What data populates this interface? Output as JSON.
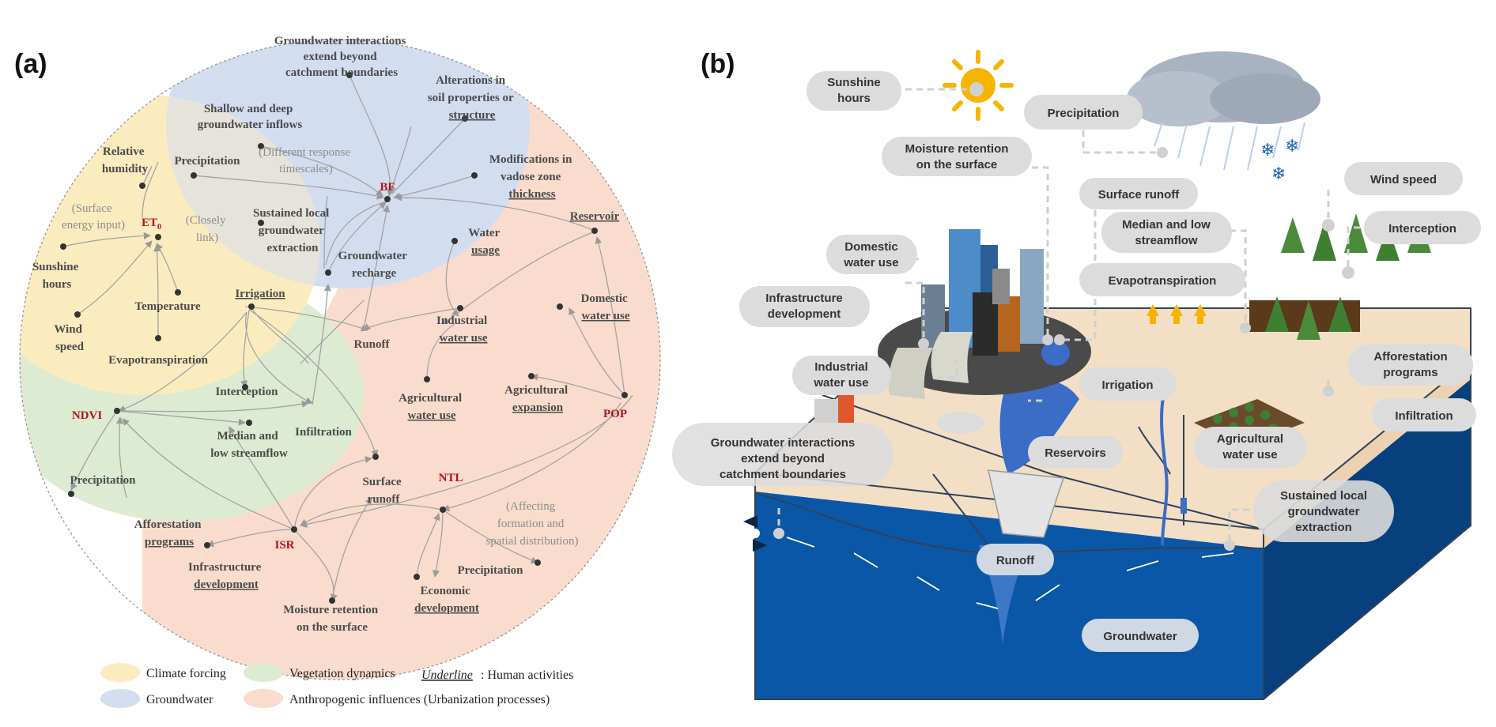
{
  "panel_a": {
    "letter": "(a)",
    "nodes": {
      "gw_interactions": [
        "Groundwater interactions",
        "extend beyond",
        "catchment boundaries"
      ],
      "alterations": [
        "Alterations in",
        "soil properties or"
      ],
      "alterations_ul": "structure",
      "shallow_deep": [
        "Shallow and deep",
        "groundwater inflows"
      ],
      "diff_response": [
        "(Different response",
        "timescales)"
      ],
      "relative_humidity": [
        "Relative",
        "humidity"
      ],
      "precip_top": "Precipitation",
      "modifications": [
        "Modifications in",
        "vadose zone"
      ],
      "modifications_ul": "thickness",
      "bf": "BF",
      "surface_energy": [
        "(Surface",
        "energy input)"
      ],
      "et0": "ET",
      "et0_sub": "0",
      "closely_link": [
        "(Closely",
        "link)"
      ],
      "sustained_local": [
        "Sustained local",
        "groundwater",
        "extraction"
      ],
      "reservoir": "Reservoir",
      "water_usage": [
        "Water"
      ],
      "water_usage_ul": "usage",
      "sunshine": [
        "Sunshine",
        "hours"
      ],
      "groundwater_recharge": [
        "Groundwater",
        "recharge"
      ],
      "irrigation": "Irrigation",
      "temperature": "Temperature",
      "domestic": [
        "Domestic"
      ],
      "domestic_ul": "water use",
      "industrial": [
        "Industrial"
      ],
      "industrial_ul": "water use",
      "wind_speed": [
        "Wind",
        "speed"
      ],
      "runoff": "Runoff",
      "evapotranspiration": "Evapotranspiration",
      "agri_water": [
        "Agricultural"
      ],
      "agri_water_ul": "water use",
      "agri_expansion": [
        "Agricultural"
      ],
      "agri_expansion_ul": "expansion",
      "interception": "Interception",
      "ndvi": "NDVI",
      "pop": "POP",
      "infiltration": "Infiltration",
      "median_low": [
        "Median and",
        "low streamflow"
      ],
      "ntl": "NTL",
      "precip_left": "Precipitation",
      "surface_runoff": [
        "Surface",
        "runoff"
      ],
      "affecting": [
        "(Affecting",
        "formation and",
        "spatial distribution)"
      ],
      "afforestation": [
        "Afforestation"
      ],
      "afforestation_ul": "programs",
      "isr": "ISR",
      "infrastructure": [
        "Infrastructure"
      ],
      "infrastructure_ul": "development",
      "precip_bottom": "Precipitation",
      "moisture": [
        "Moisture retention",
        "on the surface"
      ],
      "economic": [
        "Economic"
      ],
      "economic_ul": "development"
    },
    "legend": {
      "climate": "Climate forcing",
      "vegetation": "Vegetation dynamics",
      "underline_word": "Underline",
      "underline_desc": ":   Human activities",
      "groundwater": "Groundwater",
      "anthropogenic": "Anthropogenic influences (Urbanization processes)"
    },
    "colors": {
      "climate": "#fbecc0",
      "vegetation": "#dcebd2",
      "groundwater": "#d3ddf0",
      "anthropogenic": "#f9dccd",
      "key_text": "#b3121b"
    }
  },
  "panel_b": {
    "letter": "(b)",
    "labels": {
      "sunshine": [
        "Sunshine",
        "hours"
      ],
      "precipitation": "Precipitation",
      "moisture": [
        "Moisture retention",
        "on the surface"
      ],
      "surface_runoff": "Surface runoff",
      "wind_speed": "Wind speed",
      "median_low": [
        "Median and low",
        "streamflow"
      ],
      "interception": "Interception",
      "domestic": [
        "Domestic",
        "water use"
      ],
      "evapotranspiration": "Evapotranspiration",
      "infrastructure": [
        "Infrastructure",
        "development"
      ],
      "industrial": [
        "Industrial",
        "water use"
      ],
      "irrigation": "Irrigation",
      "afforestation": [
        "Afforestation",
        "programs"
      ],
      "infiltration": "Infiltration",
      "gw_interactions": [
        "Groundwater interactions",
        "extend beyond",
        "catchment boundaries"
      ],
      "reservoirs": "Reservoirs",
      "agri_water": [
        "Agricultural",
        "water use"
      ],
      "sustained": [
        "Sustained local",
        "groundwater",
        "extraction"
      ],
      "runoff": "Runoff",
      "groundwater": "Groundwater"
    },
    "colors": {
      "pill": "#dcdcdc",
      "water_deep": "#0a57a8",
      "water_side": "#08407d",
      "land": "#f2dfc6",
      "city_base": "#4a4a4a",
      "arrow_yellow": "#f5b400"
    }
  }
}
